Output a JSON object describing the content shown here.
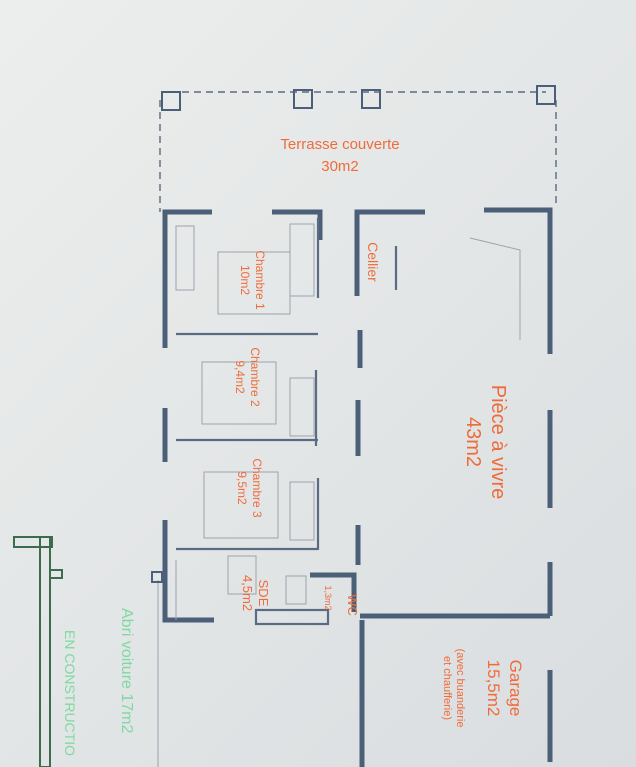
{
  "rooms": {
    "terrasse": {
      "name": "Terrasse couverte",
      "area": "30m2"
    },
    "chambre1": {
      "name": "Chambre 1",
      "area": "10m2"
    },
    "chambre2": {
      "name": "Chambre 2",
      "area": "9,4m2"
    },
    "chambre3": {
      "name": "Chambre 3",
      "area": "9,5m2"
    },
    "sde": {
      "name": "SDE",
      "area": "4,5m2"
    },
    "wc": {
      "name": "WC",
      "area": "1,3m2"
    },
    "cellier": {
      "name": "Cellier"
    },
    "piece": {
      "name": "Pièce à vivre",
      "area": "43m2"
    },
    "garage": {
      "name": "Garage",
      "area": "15,5m2",
      "note1": "(avec buanderie",
      "note2": "et chaufferie)"
    }
  },
  "abri": {
    "name": "Abri voiture 17m2",
    "status": "EN CONSTRUCTIO"
  },
  "colors": {
    "labels": "#f06b3a",
    "walls": "#4c5f79",
    "abri_labels": "#7fd9a0"
  }
}
